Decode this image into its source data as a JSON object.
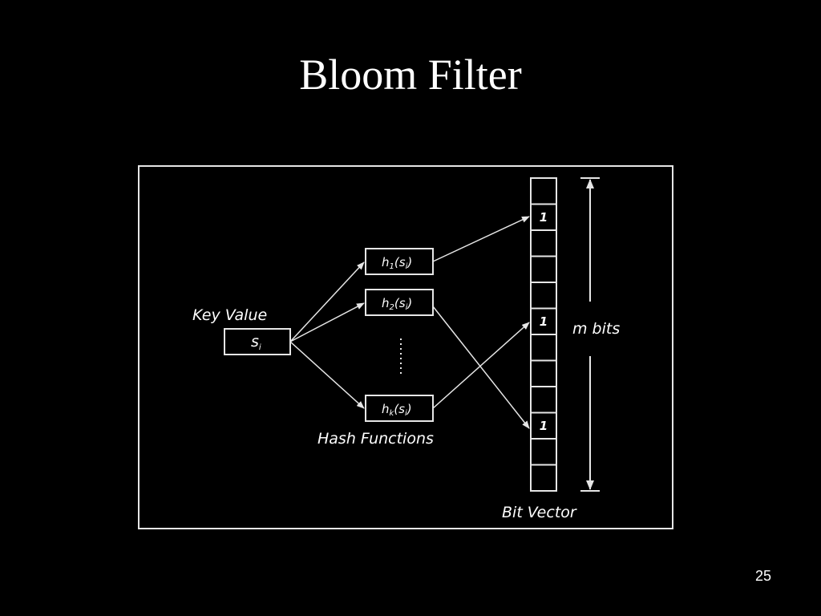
{
  "slide": {
    "title": "Bloom Filter",
    "page_number": "25"
  },
  "diagram": {
    "key_value_label": "Key Value",
    "key": {
      "base": "s",
      "sub": "i"
    },
    "hash_functions": [
      {
        "name": "h",
        "index": "1",
        "arg": "s",
        "arg_sub": "i"
      },
      {
        "name": "h",
        "index": "2",
        "arg": "s",
        "arg_sub": "i"
      },
      {
        "name": "h",
        "index": "k",
        "arg": "s",
        "arg_sub": "i"
      }
    ],
    "hash_functions_label": "Hash Functions",
    "bit_vector_label": "Bit Vector",
    "m_bits_label": "m bits",
    "bit_vector": [
      "",
      "1",
      "",
      "",
      "",
      "1",
      "",
      "",
      "",
      "1",
      "",
      ""
    ],
    "colors": {
      "background": "#000000",
      "stroke": "#e6e6e6",
      "text": "#ffffff"
    }
  }
}
